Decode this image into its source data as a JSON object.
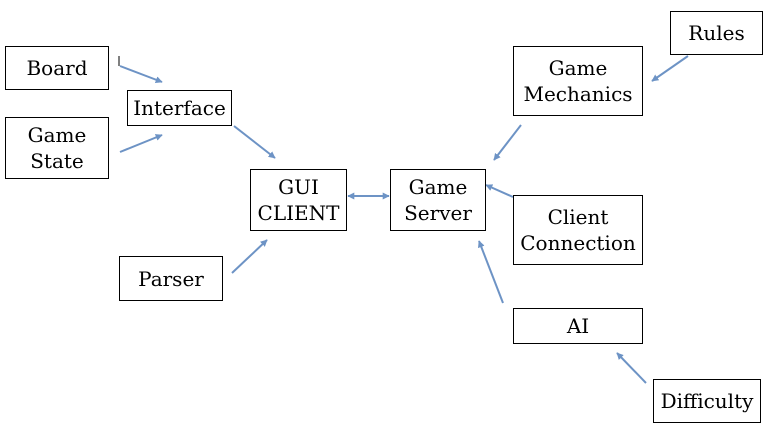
{
  "nodes": {
    "board": "Board",
    "interface": "Interface",
    "game_state": "Game\nState",
    "gui_client": "GUI\nCLIENT",
    "parser": "Parser",
    "game_server": "Game\nServer",
    "game_mechanics": "Game\nMechanics",
    "rules": "Rules",
    "client_connection": "Client\nConnection",
    "ai": "AI",
    "difficulty": "Difficulty"
  },
  "colors": {
    "arrow": "#6d93c5",
    "box_border": "#000000"
  }
}
